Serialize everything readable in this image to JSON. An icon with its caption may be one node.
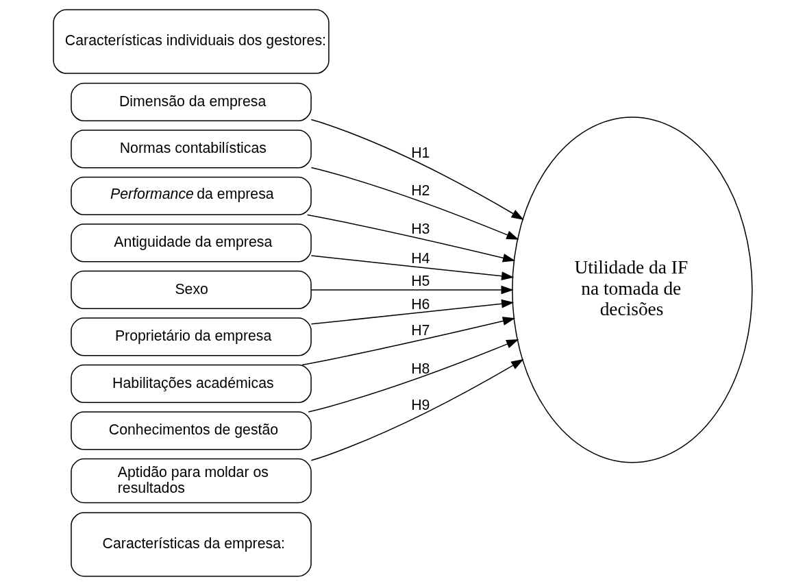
{
  "diagram": {
    "nodes": [
      {
        "text": [
          "Características da empresa:"
        ]
      },
      {
        "text": [
          "Dimensão da empresa"
        ]
      },
      {
        "text": [
          "Normas contabilísticas"
        ]
      },
      {
        "text": [
          "*Performance* da empresa"
        ]
      },
      {
        "text": [
          "Antiguidade da empresa"
        ]
      },
      {
        "text": [
          "Características individuais dos gestores:"
        ]
      },
      {
        "text": [
          "Sexo"
        ]
      },
      {
        "text": [
          "Proprietário da empresa"
        ]
      },
      {
        "text": [
          "Habilitações académicas"
        ]
      },
      {
        "text": [
          "Conhecimentos de gestão"
        ]
      },
      {
        "text": [
          "Aptidão para moldar os resultados"
        ]
      },
      {
        "text": [
          "Utilidade da IF na tomada de decisões"
        ]
      }
    ],
    "edges": [
      {
        "from": 1,
        "to": 11,
        "arrow": "to",
        "label": "H1"
      },
      {
        "from": 2,
        "to": 11,
        "arrow": "to",
        "label": "H2"
      },
      {
        "from": 3,
        "to": 11,
        "arrow": "to",
        "label": "H3"
      },
      {
        "from": 4,
        "to": 11,
        "arrow": "to",
        "label": "H4"
      },
      {
        "from": 6,
        "to": 11,
        "arrow": "to",
        "label": "H5"
      },
      {
        "from": 7,
        "to": 11,
        "arrow": "to",
        "label": "H6"
      },
      {
        "from": 8,
        "to": 11,
        "arrow": "to",
        "label": "H7"
      },
      {
        "from": 9,
        "to": 11,
        "arrow": "to",
        "label": "H8"
      },
      {
        "from": 10,
        "to": 11,
        "arrow": "to",
        "label": "H9"
      }
    ]
  }
}
